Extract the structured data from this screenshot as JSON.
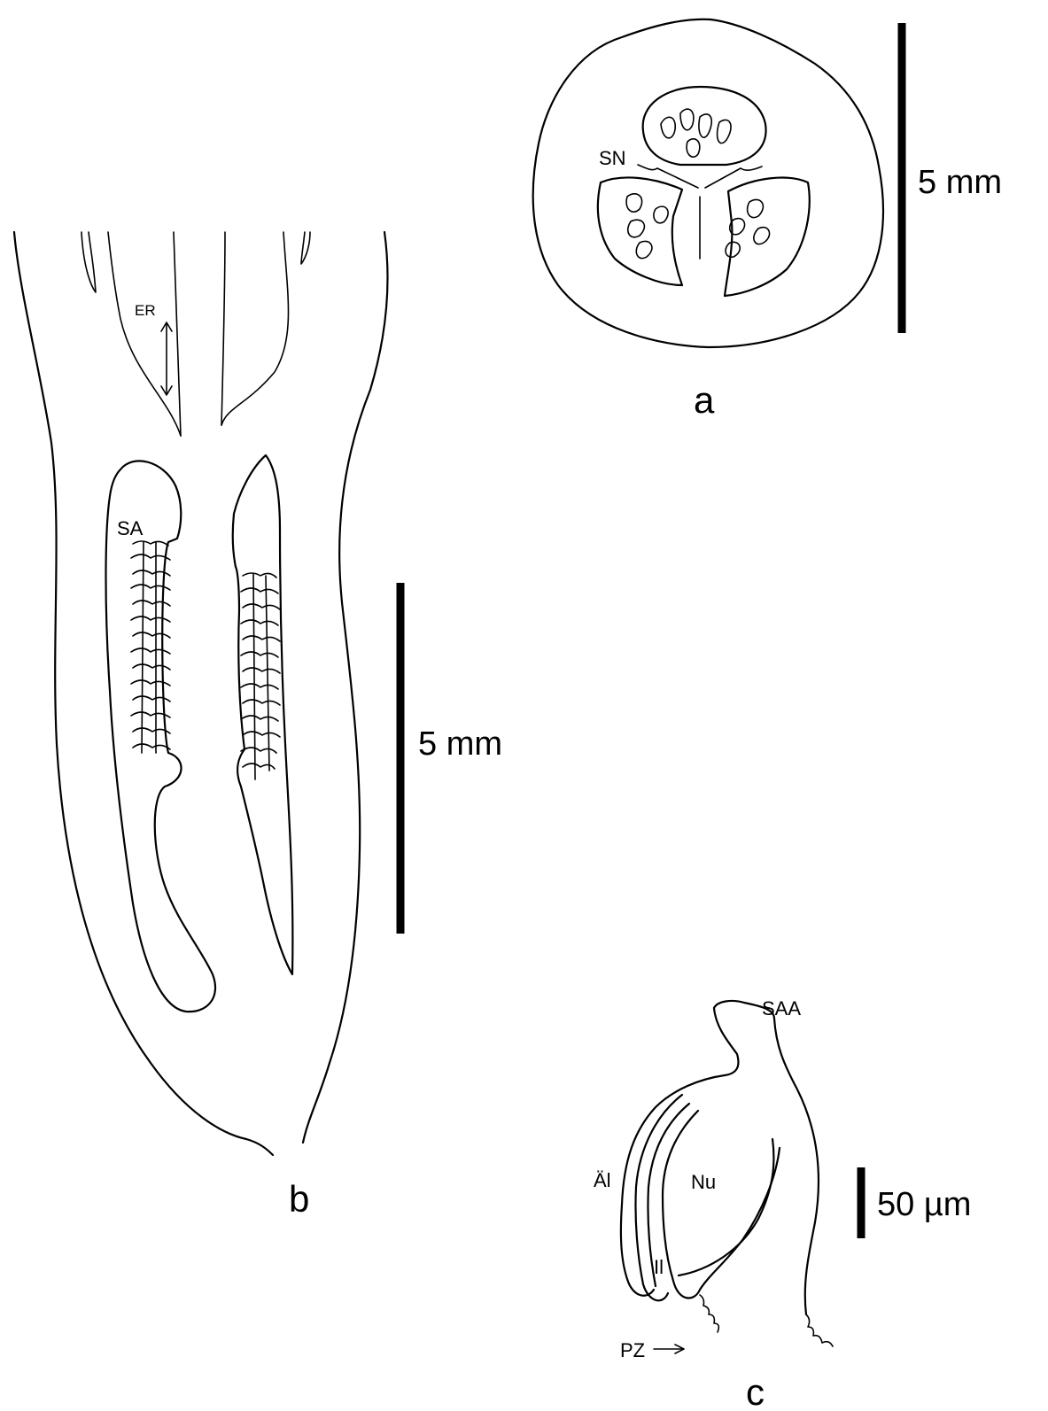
{
  "panel_a": {
    "panel_label": "a",
    "scale_label": "5 mm",
    "labels": {
      "sn": "SN"
    }
  },
  "panel_b": {
    "panel_label": "b",
    "scale_label": "5 mm",
    "labels": {
      "er": "ER",
      "sa": "SA"
    }
  },
  "panel_c": {
    "panel_label": "c",
    "scale_label": "50 µm",
    "labels": {
      "saa": "SAA",
      "ai": "Äl",
      "nu": "Nu",
      "ii": "Il",
      "pz": "PZ"
    }
  }
}
